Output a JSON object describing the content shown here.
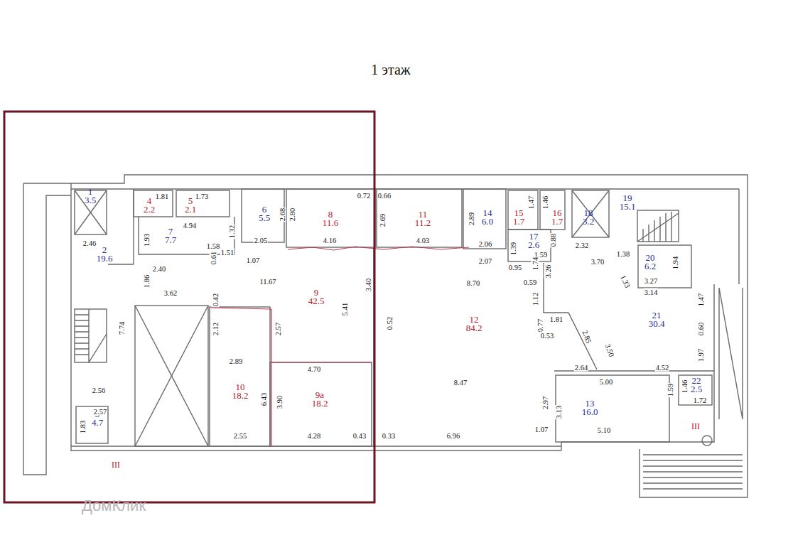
{
  "diagram": {
    "title": "1 этаж",
    "nodes": [
      {
        "text": [
          "1",
          "3.5"
        ]
      },
      {
        "text": [
          "2",
          "19.6"
        ]
      },
      {
        "text": [
          "3",
          "4.7"
        ]
      },
      {
        "text": [
          "4",
          "2.2"
        ]
      },
      {
        "text": [
          "5",
          "2.1"
        ]
      },
      {
        "text": [
          "6",
          "5.5"
        ]
      },
      {
        "text": [
          "7",
          "7.7"
        ]
      },
      {
        "text": [
          "8",
          "11.6"
        ]
      },
      {
        "text": [
          "9",
          "42.5"
        ]
      },
      {
        "text": [
          "9a",
          "18.2"
        ]
      },
      {
        "text": [
          "10",
          "18.2"
        ]
      },
      {
        "text": [
          "11",
          "11.2"
        ]
      },
      {
        "text": [
          "12",
          "84.2"
        ]
      },
      {
        "text": [
          "13",
          "16.0"
        ]
      },
      {
        "text": [
          "14",
          "6.0"
        ]
      },
      {
        "text": [
          "15",
          "1.7"
        ]
      },
      {
        "text": [
          "16",
          "1.7"
        ]
      },
      {
        "text": [
          "17",
          "2.6"
        ]
      },
      {
        "text": [
          "18",
          "3.2"
        ]
      },
      {
        "text": [
          "19",
          "15.1"
        ]
      },
      {
        "text": [
          "20",
          "6.2"
        ]
      },
      {
        "text": [
          "21",
          "30.4"
        ]
      },
      {
        "text": [
          "22",
          "2.5"
        ]
      }
    ],
    "labels": [
      "1.81",
      "1.73",
      "4.94",
      "2.46",
      "1.93",
      "1.58",
      "1.32",
      "2.05",
      "2.68",
      "2.80",
      "0.72",
      "0.66",
      "2.69",
      "4.16",
      "4.03",
      "2.89",
      "2.06",
      "1.47",
      "1.46",
      "1.39",
      "0.88",
      "1.59",
      "2.07",
      "0.95",
      "1.74",
      "3.26",
      "2.32",
      "3.70",
      "1.38",
      "1.94",
      "1.33",
      "3.27",
      "3.14",
      "0.61",
      "1.51",
      "1.07",
      "2.40",
      "1.86",
      "3.62",
      "11.67",
      "0.42",
      "3.40",
      "8.70",
      "0.59",
      "1.12",
      "1.47",
      "5.41",
      "0.52",
      "1.81",
      "0.77",
      "0.53",
      "2.85",
      "3.50",
      "0.60",
      "7.74",
      "2.12",
      "2.57",
      "2.89",
      "1.97",
      "2.64",
      "4.52",
      "4.70",
      "5.00",
      "6.43",
      "3.90",
      "8.47",
      "1.46",
      "1.59",
      "2.56",
      "2.97",
      "3.13",
      "1.72",
      "2.57",
      "1.83",
      "1.07",
      "5.10",
      "2.55",
      "4.28",
      "0.43",
      "0.33",
      "6.96",
      "III",
      "III",
      "ДомКлик"
    ]
  }
}
